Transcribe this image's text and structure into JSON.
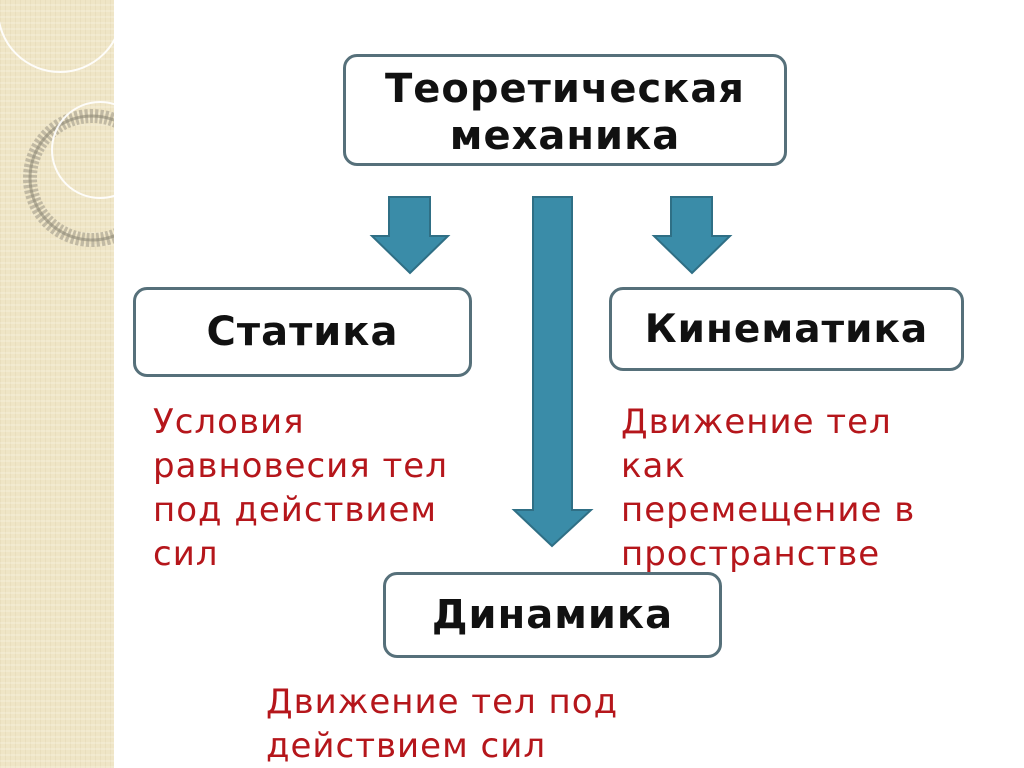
{
  "diagram": {
    "root": {
      "lines": [
        "Теоретическая",
        "механика"
      ]
    },
    "branches": {
      "statics": {
        "title": "Статика",
        "description": [
          "Условия",
          "равновесия тел",
          "под действием",
          "сил"
        ]
      },
      "kinematics": {
        "title": "Кинематика",
        "description": [
          "Движение тел",
          "как",
          "перемещение в",
          "пространстве"
        ]
      },
      "dynamics": {
        "title": "Динамика",
        "description": [
          "Движение тел под",
          "действием сил"
        ]
      }
    }
  },
  "colors": {
    "box_border": "#56707a",
    "arrow_fill": "#3a8ca8",
    "arrow_stroke": "#2f6f85",
    "description_text": "#b5161b",
    "side_panel": "#efe5c6"
  }
}
